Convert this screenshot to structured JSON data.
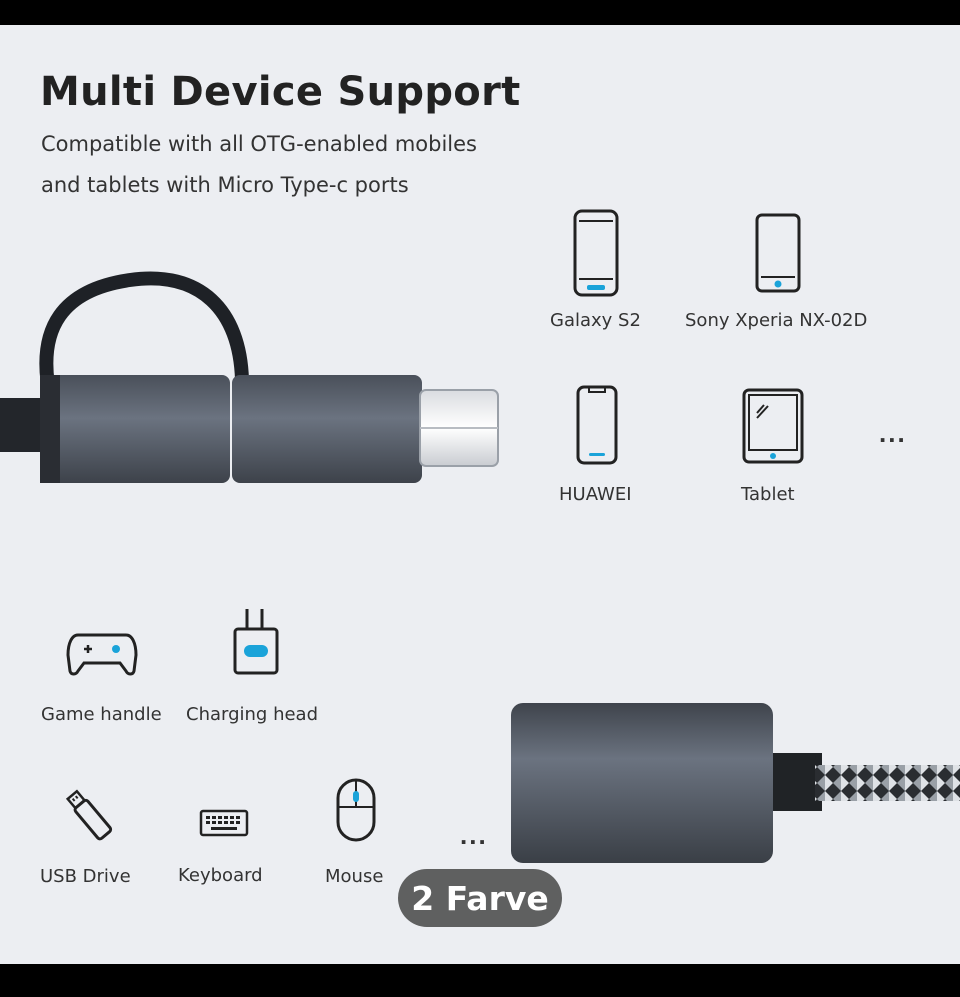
{
  "header": {
    "title": "Multi Device Support",
    "subtitle_line1": "Compatible with all OTG-enabled mobiles",
    "subtitle_line2": "and tablets with Micro Type-c ports"
  },
  "devices": [
    {
      "label": "Galaxy S2",
      "icon": "phone-icon"
    },
    {
      "label": "Sony Xperia NX-02D",
      "icon": "phone-icon"
    },
    {
      "label": "HUAWEI",
      "icon": "phone-icon"
    },
    {
      "label": "Tablet",
      "icon": "tablet-icon"
    }
  ],
  "devices_more": "...",
  "accessories": [
    {
      "label": "Game handle",
      "icon": "gamepad-icon"
    },
    {
      "label": "Charging head",
      "icon": "charger-icon"
    },
    {
      "label": "USB Drive",
      "icon": "usb-drive-icon"
    },
    {
      "label": "Keyboard",
      "icon": "keyboard-icon"
    },
    {
      "label": "Mouse",
      "icon": "mouse-icon"
    }
  ],
  "accessories_more": "...",
  "variant_badge": "2 Farve",
  "colors": {
    "accent": "#1aa3d9",
    "metal": "#5d6470"
  }
}
